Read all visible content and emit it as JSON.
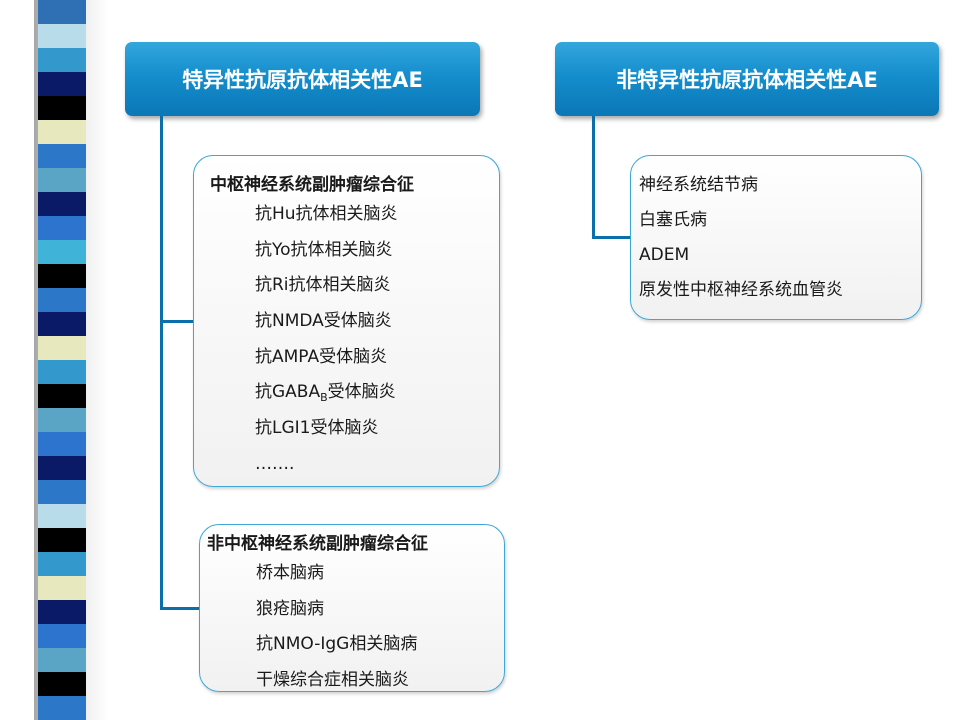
{
  "strip_colors": [
    "#2f6fb4",
    "#b8dcea",
    "#3399cc",
    "#0a1a66",
    "#000000",
    "#e8e8be",
    "#2d77c8",
    "#5aa4c6",
    "#0a1a66",
    "#2d74cf",
    "#3fb3d8",
    "#000000",
    "#2d77c8",
    "#0a1a66",
    "#e8e8be",
    "#3399cc",
    "#000000",
    "#5aa4c6",
    "#2d74cf",
    "#0a1a66",
    "#2d77c8",
    "#b8dcea",
    "#000000",
    "#3399cc",
    "#e8e8be",
    "#0a1a66",
    "#2d74cf",
    "#5aa4c6",
    "#000000",
    "#2d77c8"
  ],
  "left_header": "特异性抗原抗体相关性AE",
  "right_header": "非特异性抗原抗体相关性AE",
  "cns_box": {
    "title": "中枢神经系统副肿瘤综合征",
    "items": [
      "抗Hu抗体相关脑炎",
      "抗Yo抗体相关脑炎",
      "抗Ri抗体相关脑炎",
      "抗NMDA受体脑炎",
      "抗AMPA受体脑炎"
    ],
    "gaba": {
      "prefix": "抗GABA",
      "sub": "B",
      "suffix": "受体脑炎"
    },
    "items_after": [
      "抗LGI1受体脑炎",
      "……."
    ]
  },
  "noncns_box": {
    "title": "非中枢神经系统副肿瘤综合征",
    "items": [
      "桥本脑病",
      "狼疮脑病",
      "抗NMO-IgG相关脑病",
      "干燥综合症相关脑炎"
    ]
  },
  "right_box": {
    "items": [
      "神经系统结节病",
      "白塞氏病",
      "ADEM",
      "原发性中枢神经系统血管炎"
    ]
  }
}
